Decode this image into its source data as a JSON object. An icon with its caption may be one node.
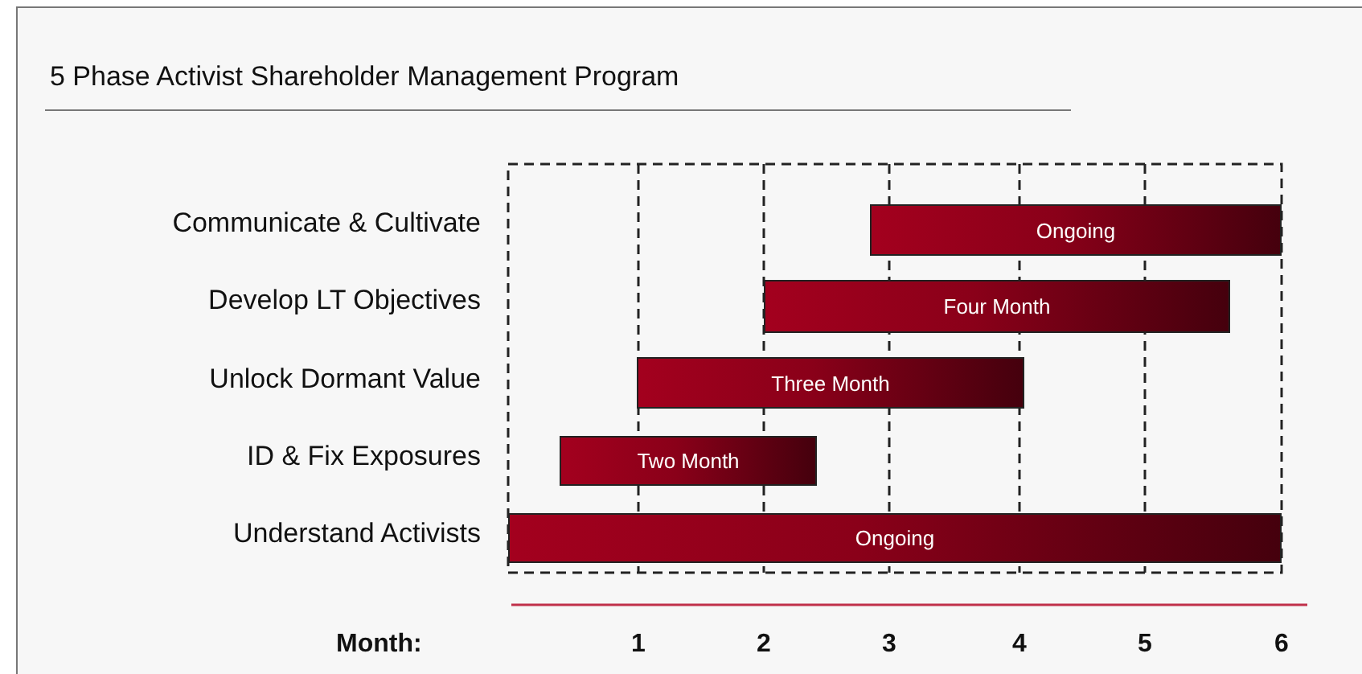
{
  "diagram": {
    "title": "5 Phase Activist Shareholder Management Program",
    "nodes": [
      {
        "text": [
          "Ongoing"
        ]
      },
      {
        "text": [
          "Four Month"
        ]
      },
      {
        "text": [
          "Three Month"
        ]
      },
      {
        "text": [
          "Two Month"
        ]
      },
      {
        "text": [
          "Ongoing"
        ]
      }
    ],
    "edges": [],
    "labels": [
      "Communicate & Cultivate",
      "Develop LT Objectives",
      "Unlock Dormant Value",
      "ID & Fix Exposures",
      "Understand Activists",
      "Month:",
      "1",
      "2",
      "3",
      "4",
      "5",
      "6"
    ]
  }
}
